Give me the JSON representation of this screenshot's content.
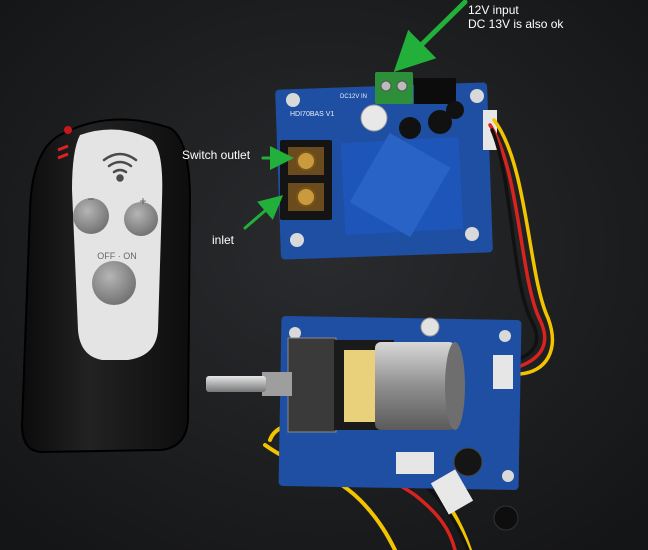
{
  "annotations": {
    "input_line1": "12V input",
    "input_line2": "DC 13V is also ok",
    "switch_outlet": "Switch outlet",
    "inlet": "inlet"
  },
  "remote": {
    "minus_symbol": "−",
    "plus_symbol": "+",
    "power_label": "OFF · ON"
  },
  "board_silkscreen": {
    "relay_board_model": "HDI70BAS V1",
    "relay_board_voltage": "DC12V IN"
  },
  "colors": {
    "background": "#1d1e20",
    "remote_body": "#151515",
    "remote_panel": "#e4e4e4",
    "pcb": "#1f4fa3",
    "relay": "#1e55b8",
    "terminal_green": "#2e8f3a",
    "arrow_green": "#22b03a",
    "wire_red": "#d8231f",
    "wire_yellow": "#f2c400",
    "wire_black": "#111111",
    "ir_led_red": "#e01818"
  },
  "icons": {
    "wifi": "wifi-signal-icon",
    "arrow": "green-arrow-icon"
  }
}
